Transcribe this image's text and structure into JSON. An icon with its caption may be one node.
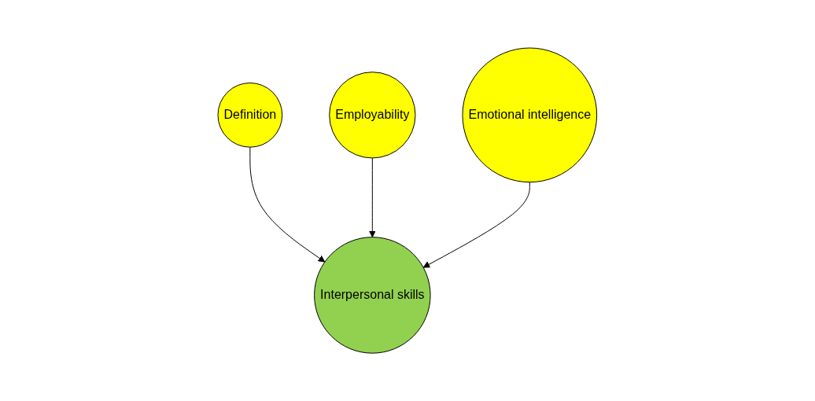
{
  "diagram": {
    "nodes": [
      {
        "text": [
          "Employability"
        ]
      },
      {
        "text": [
          "Definition"
        ]
      },
      {
        "text": [
          "Emotional intelligence"
        ]
      },
      {
        "text": [
          "Interpersonal skills"
        ]
      }
    ],
    "edges": [
      {
        "from": 1,
        "to": 3,
        "arrow": "to"
      },
      {
        "from": 0,
        "to": 3,
        "arrow": "to"
      },
      {
        "from": 2,
        "to": 3,
        "arrow": "to"
      }
    ]
  }
}
